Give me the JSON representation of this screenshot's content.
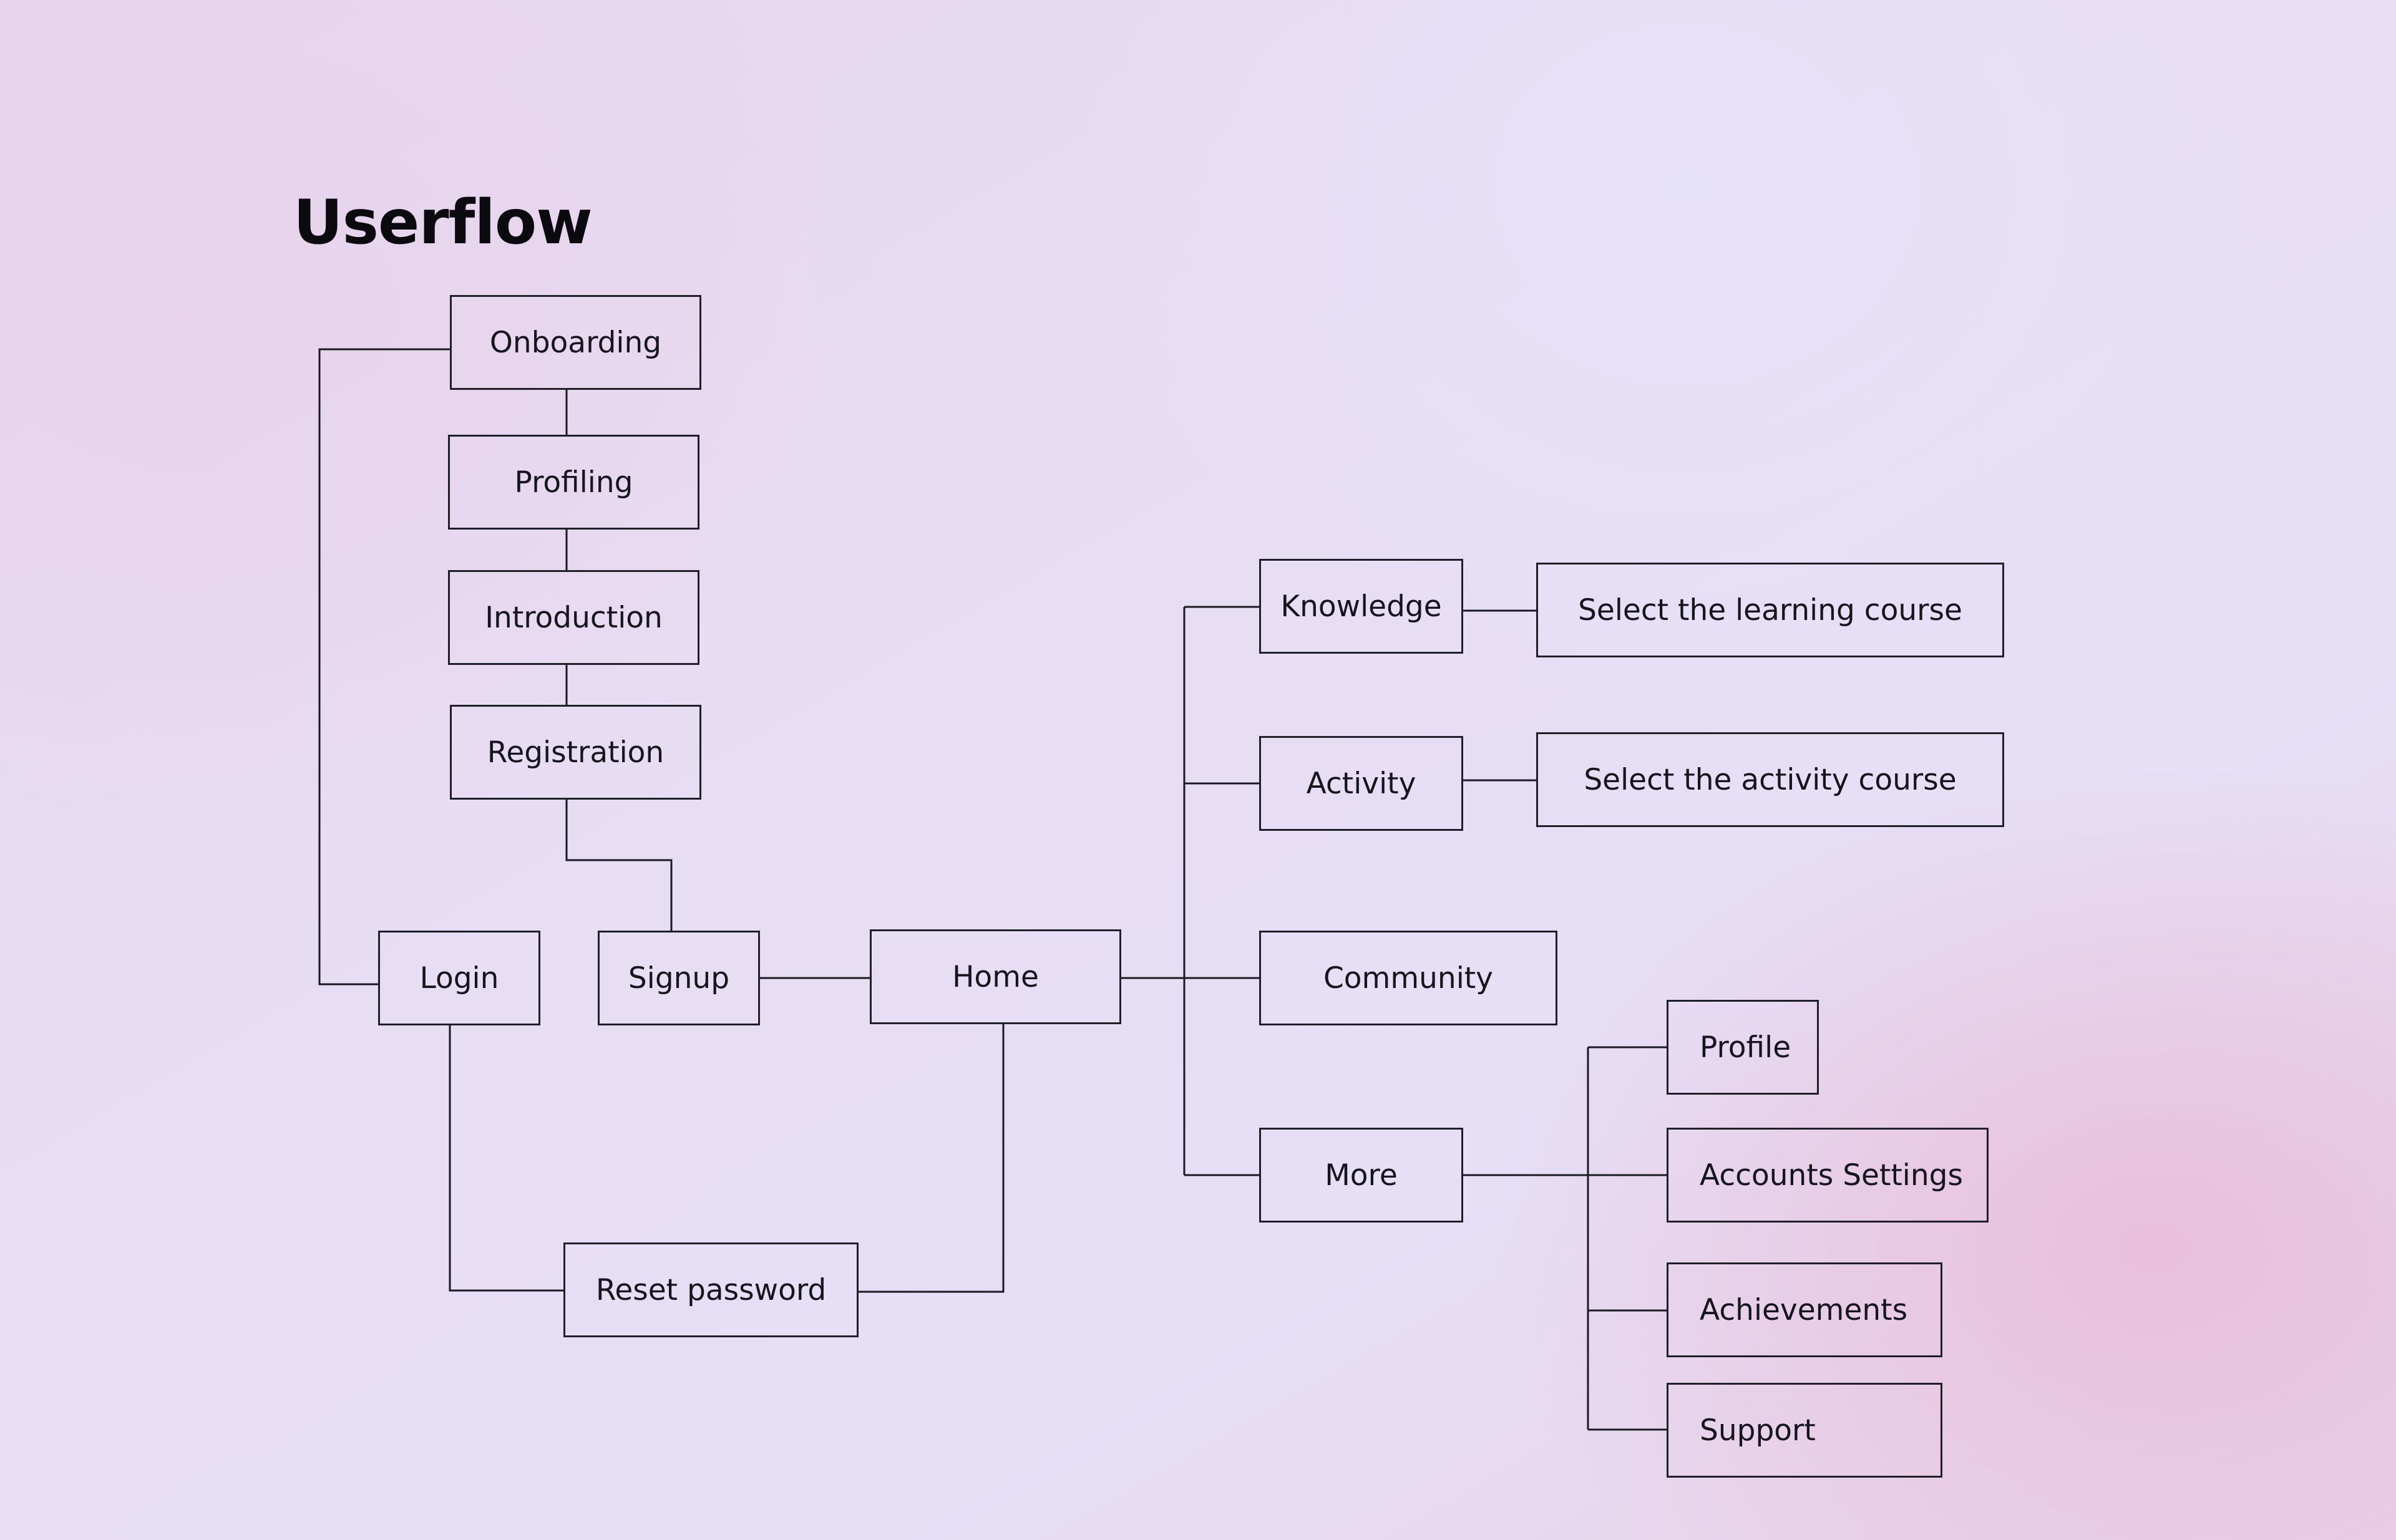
{
  "title": "Userflow",
  "nodes": {
    "onboarding": "Onboarding",
    "profiling": "Profiling",
    "introduction": "Introduction",
    "registration": "Registration",
    "login": "Login",
    "signup": "Signup",
    "home": "Home",
    "reset_password": "Reset password",
    "knowledge": "Knowledge",
    "activity": "Activity",
    "community": "Community",
    "more": "More",
    "select_learning_course": "Select the learning course",
    "select_activity_course": "Select the activity course",
    "profile": "Profile",
    "accounts_settings": "Accounts Settings",
    "achievements": "Achievements",
    "support": "Support"
  },
  "edges": [
    [
      "onboarding",
      "profiling"
    ],
    [
      "profiling",
      "introduction"
    ],
    [
      "introduction",
      "registration"
    ],
    [
      "registration",
      "signup"
    ],
    [
      "onboarding",
      "login"
    ],
    [
      "signup",
      "home"
    ],
    [
      "login",
      "reset_password"
    ],
    [
      "reset_password",
      "home"
    ],
    [
      "home",
      "knowledge"
    ],
    [
      "home",
      "activity"
    ],
    [
      "home",
      "community"
    ],
    [
      "home",
      "more"
    ],
    [
      "knowledge",
      "select_learning_course"
    ],
    [
      "activity",
      "select_activity_course"
    ],
    [
      "more",
      "profile"
    ],
    [
      "more",
      "accounts_settings"
    ],
    [
      "more",
      "achievements"
    ],
    [
      "more",
      "support"
    ]
  ],
  "colors": {
    "line": "#1a1a22",
    "text": "#15151c",
    "background_pink": "#e8bfda",
    "background_lavender": "#e6dff6"
  }
}
